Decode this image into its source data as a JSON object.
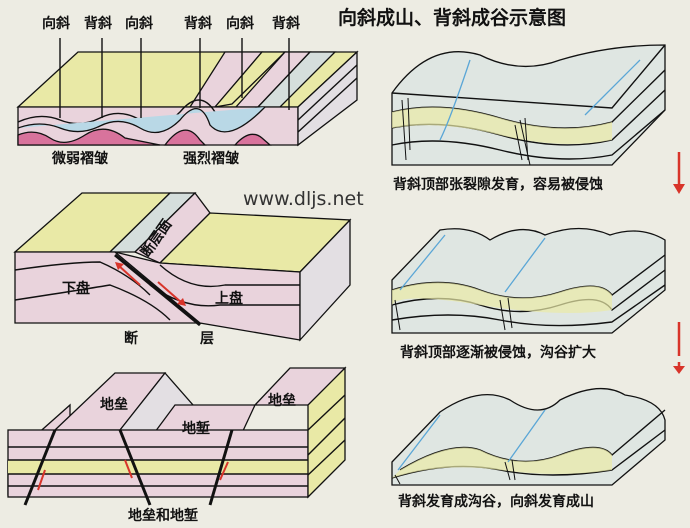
{
  "title": "向斜成山、背斜成谷示意图",
  "watermark": "www.dljs.net",
  "folds_panel": {
    "top_labels": [
      "向斜",
      "背斜",
      "向斜",
      "背斜",
      "向斜",
      "背斜"
    ],
    "weak_label": "微弱褶皱",
    "strong_label": "强烈褶皱"
  },
  "fault_panel": {
    "fault_plane": "断层面",
    "footwall": "下盘",
    "hanging_wall": "上盘",
    "caption_left": "断",
    "caption_right": "层"
  },
  "horst_panel": {
    "horst_left": "地垒",
    "graben": "地堑",
    "horst_right": "地垒",
    "caption": "地垒和地堑"
  },
  "stages": [
    {
      "caption": "背斜顶部张裂隙发育，容易被侵蚀"
    },
    {
      "caption": "背斜顶部逐渐被侵蚀，沟谷扩大"
    },
    {
      "caption": "背斜发育成沟谷，向斜发育成山"
    }
  ],
  "colors": {
    "yellow": "#e9e9a6",
    "pink": "#e9d3dc",
    "gray": "#d5dedc",
    "magenta": "#d8739c",
    "blue": "#b9d8e6",
    "arrow": "#d8342a"
  }
}
